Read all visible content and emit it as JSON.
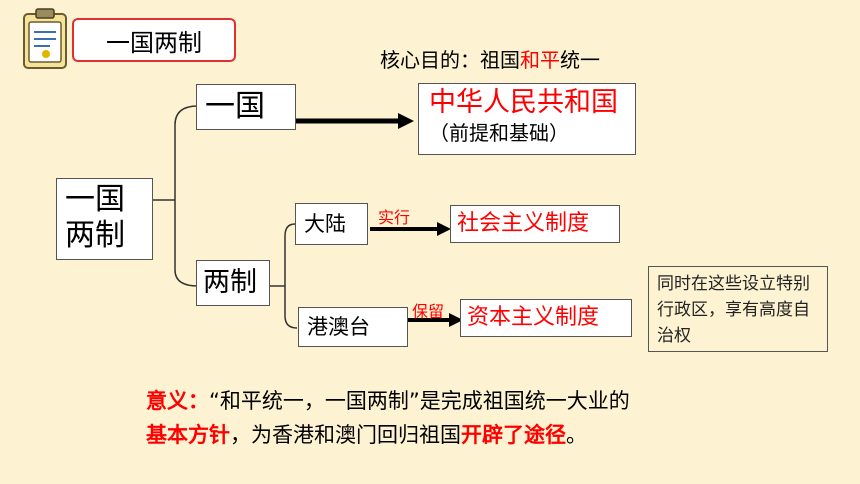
{
  "header": {
    "title": "一国两制",
    "goal_prefix": "核心目的：祖国",
    "goal_highlight": "和平",
    "goal_suffix": "统一"
  },
  "tree": {
    "root": {
      "line1": "一国",
      "line2": "两制"
    },
    "one_country": {
      "label": "一国",
      "result_title": "中华人民共和国",
      "result_note": "（前提和基础）"
    },
    "two_systems": {
      "label": "两制",
      "mainland": {
        "label": "大陆",
        "verb": "实行",
        "result": "社会主义制度"
      },
      "hkmt": {
        "label": "港澳台",
        "verb": "保留",
        "result": "资本主义制度"
      },
      "note": "同时在这些设立特别行政区，享有高度自治权"
    }
  },
  "significance": {
    "label": "意义：",
    "line1": "“和平统一，一国两制”是完成祖国统一大业的",
    "line2_highlight1": "基本方针",
    "line2_mid": "，为香港和澳门回归祖国",
    "line2_highlight2": "开辟了途径",
    "line2_end": "。"
  },
  "colors": {
    "background": "#FDF3D2",
    "accent": "#FF0000",
    "title_border": "#E03030"
  }
}
